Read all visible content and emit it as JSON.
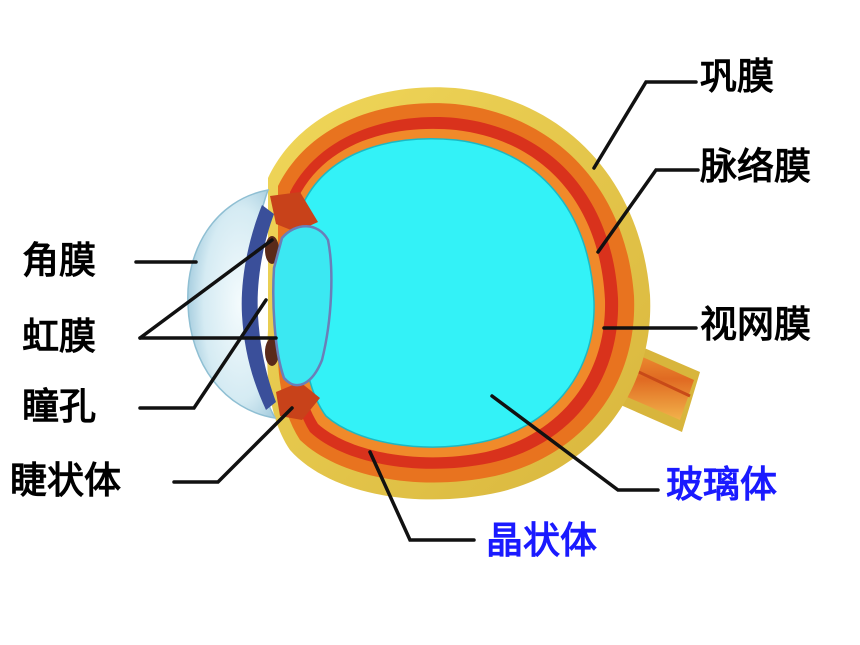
{
  "labels": {
    "sclera": "巩膜",
    "choroid": "脉络膜",
    "retina": "视网膜",
    "vitreous": "玻璃体",
    "lens": "晶状体",
    "cornea": "角膜",
    "iris": "虹膜",
    "pupil": "瞳孔",
    "ciliary_body": "睫状体"
  },
  "colors": {
    "label_default": "#000000",
    "label_highlight": "#1a1aff",
    "vitreous_fill": "#33f2f7",
    "sclera_fill": "#e6c94a",
    "choroid_fill": "#e8731f",
    "retina_fill": "#d9321c",
    "cornea_fill": "#dff0f5",
    "leader_line": "#111111"
  }
}
